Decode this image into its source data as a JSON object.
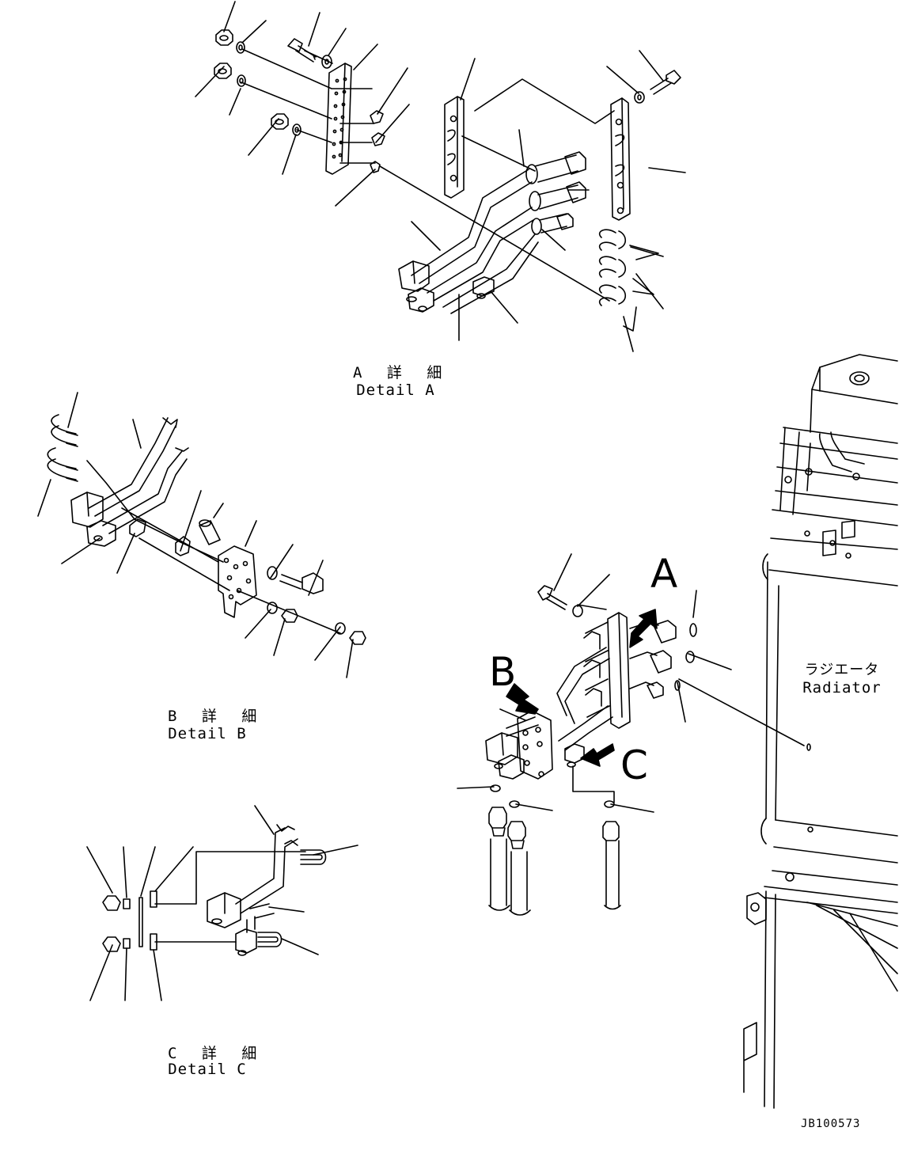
{
  "detail_a": {
    "ja": "A 詳 細",
    "en": "Detail A"
  },
  "detail_b": {
    "ja": "B 詳 細",
    "en": "Detail B"
  },
  "detail_c": {
    "ja": "C 詳 細",
    "en": "Detail C"
  },
  "radiator": {
    "ja": "ラジエータ",
    "en": "Radiator"
  },
  "view_markers": {
    "a": "A",
    "b": "B",
    "c": "C"
  },
  "drawing_code": "JB100573",
  "colors": {
    "line": "#000000",
    "background": "#ffffff"
  }
}
